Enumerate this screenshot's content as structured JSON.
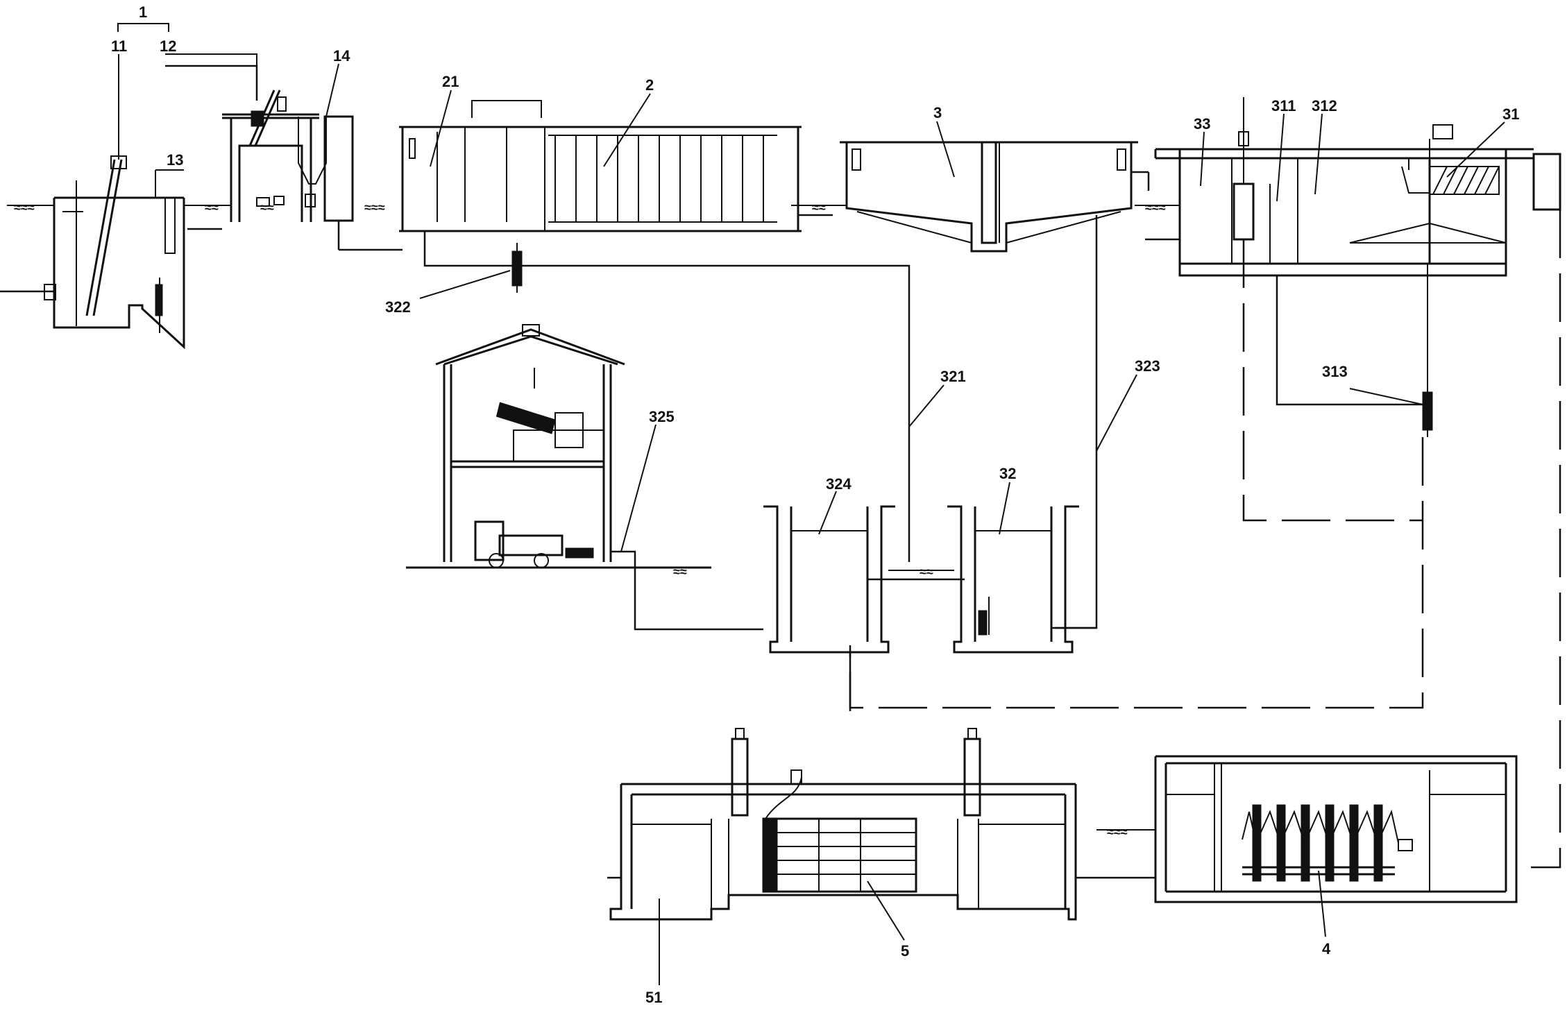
{
  "labels": {
    "l1": "1",
    "l11": "11",
    "l12": "12",
    "l13": "13",
    "l14": "14",
    "l21": "21",
    "l2": "2",
    "l3": "3",
    "l33": "33",
    "l311": "311",
    "l312": "312",
    "l31": "31",
    "l322": "322",
    "l321": "321",
    "l323": "323",
    "l313": "313",
    "l325": "325",
    "l324": "324",
    "l32": "32",
    "l5": "5",
    "l51": "51",
    "l4": "4"
  },
  "ground_marks": {
    "g1": "≈≈≈",
    "g2": "≈≈",
    "g3": "≈≈",
    "g4": "≈≈≈",
    "g5": "≈≈",
    "g6": "≈≈≈",
    "g7": "≈≈",
    "g8": "≈≈",
    "g9": "≈≈≈"
  }
}
